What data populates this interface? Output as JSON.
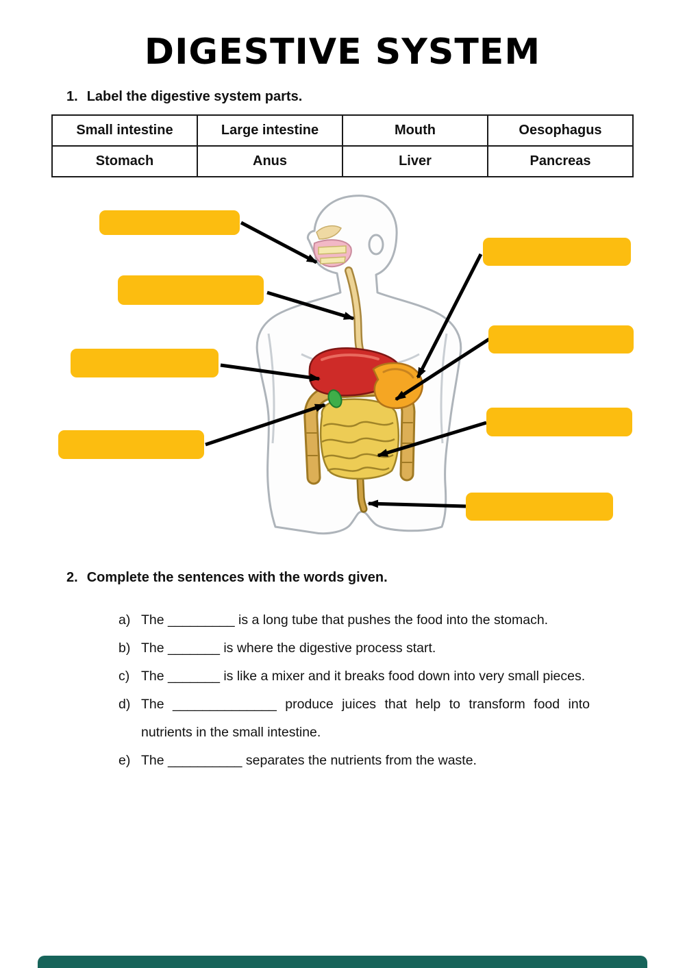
{
  "page": {
    "title": "DIGESTIVE SYSTEM"
  },
  "section1": {
    "number": "1.",
    "heading": "Label the digestive system parts.",
    "word_bank": {
      "rows": [
        [
          "Small intestine",
          "Large intestine",
          "Mouth",
          "Oesophagus"
        ],
        [
          "Stomach",
          "Anus",
          "Liver",
          "Pancreas"
        ]
      ]
    },
    "answer_boxes": [
      "",
      "",
      "",
      "",
      "",
      "",
      "",
      ""
    ]
  },
  "section2": {
    "number": "2.",
    "heading": "Complete the sentences with the words given.",
    "sentences": [
      {
        "letter": "a)",
        "text": "The _________ is a long tube that pushes the food into the stomach."
      },
      {
        "letter": "b)",
        "text": "The _______ is where the digestive process start."
      },
      {
        "letter": "c)",
        "text": "The _______ is like a mixer and it breaks food down into very small pieces."
      },
      {
        "letter": "d)",
        "text": "The ______________ produce juices that help to transform food into nutrients in the small intestine."
      },
      {
        "letter": "e)",
        "text": "The __________ separates the nutrients from the waste."
      }
    ]
  },
  "colors": {
    "answer_box": "#FCBD10",
    "arrow": "#000000",
    "footer_bar": "#17645A"
  }
}
